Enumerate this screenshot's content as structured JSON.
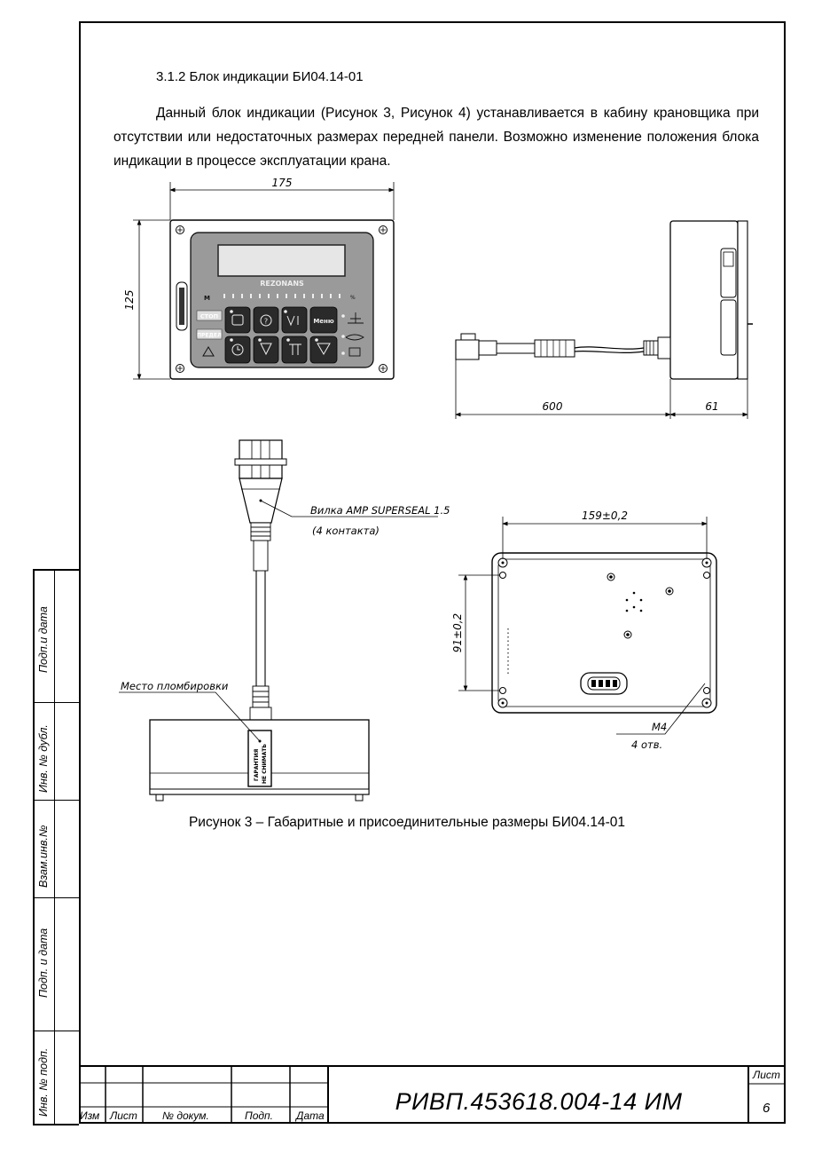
{
  "section": {
    "heading": "3.1.2 Блок индикации БИ04.14-01",
    "paragraph": "Данный блок индикации (Рисунок 3, Рисунок 4) устанавливается в кабину крановщика при отсутствии или недостаточных размерах передней панели. Возможно изменение положения блока индикации в процессе эксплуатации крана."
  },
  "figure": {
    "caption": "Рисунок 3 – Габаритные и присоединительные размеры БИ04.14-01",
    "dims": {
      "width_175": "175",
      "height_125": "125",
      "cable_600": "600",
      "depth_61": "61",
      "hole_159": "159±0,2",
      "hole_91": "91±0,2",
      "thread": "M4",
      "thread_count": "4 отв."
    },
    "labels": {
      "plug": "Вилка AMP SUPERSEAL 1.5",
      "plug_contacts": "(4 контакта)",
      "seal_place": "Место пломбировки",
      "brand": "REZONANS",
      "btn_stop": "СТОП",
      "btn_limit": "ПРЕДЕЛ",
      "btn_menu": "Меню",
      "seal_sticker_1": "ГАРАНТИЯ",
      "seal_sticker_2": "НЕ СНИМАТЬ"
    }
  },
  "side_stamp": [
    "Подп.и дата",
    "Инв. № дубл.",
    "Взам.инв.№",
    "Подп. и дата",
    "Инв. № подп."
  ],
  "title_block": {
    "col_izm": "Изм",
    "col_list": "Лист",
    "col_doc": "№ докум.",
    "col_podp": "Подп.",
    "col_data": "Дата",
    "doc_code": "РИВП.453618.004-14 ИМ",
    "sheet_label": "Лист",
    "sheet_number": "6"
  }
}
